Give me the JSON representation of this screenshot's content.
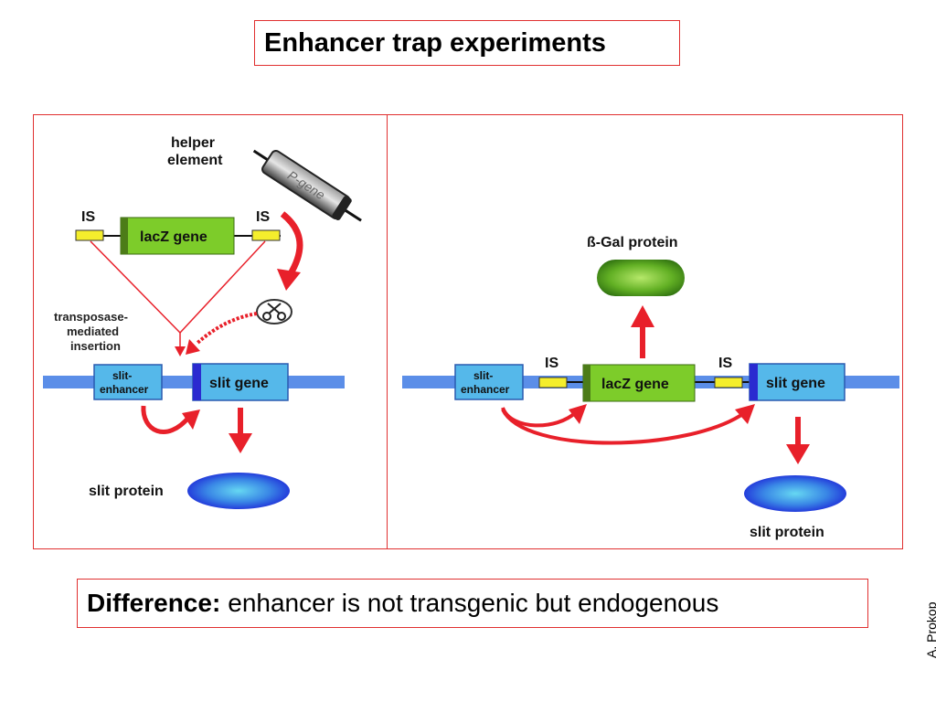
{
  "title": "Enhancer trap experiments",
  "left_panel": {
    "helper_element_line1": "helper",
    "helper_element_line2": "element",
    "p_gene": "P-gene",
    "is_left": "IS",
    "is_right": "IS",
    "lacz_gene": "lacZ gene",
    "transposase_line1": "transposase-",
    "transposase_line2": "mediated",
    "transposase_line3": "insertion",
    "slit_enhancer_line1": "slit-",
    "slit_enhancer_line2": "enhancer",
    "slit_gene": "slit gene",
    "slit_protein": "slit protein"
  },
  "right_panel": {
    "bgal_protein": "ß-Gal protein",
    "slit_enhancer_line1": "slit-",
    "slit_enhancer_line2": "enhancer",
    "is_left": "IS",
    "is_right": "IS",
    "lacz_gene": "lacZ gene",
    "slit_gene": "slit gene",
    "slit_protein": "slit protein"
  },
  "difference": {
    "label": "Difference:",
    "text": "enhancer is not transgenic but endogenous"
  },
  "credit": "A. Prokop",
  "colors": {
    "frame_red": "#e03030",
    "arrow_red": "#e8202a",
    "dna_blue": "#5b8ee8",
    "enhancer_blue": "#55b8ea",
    "lacz_green": "#7dcc2a",
    "is_yellow": "#f4ee2c",
    "marker_blue": "#2a2ad0"
  }
}
